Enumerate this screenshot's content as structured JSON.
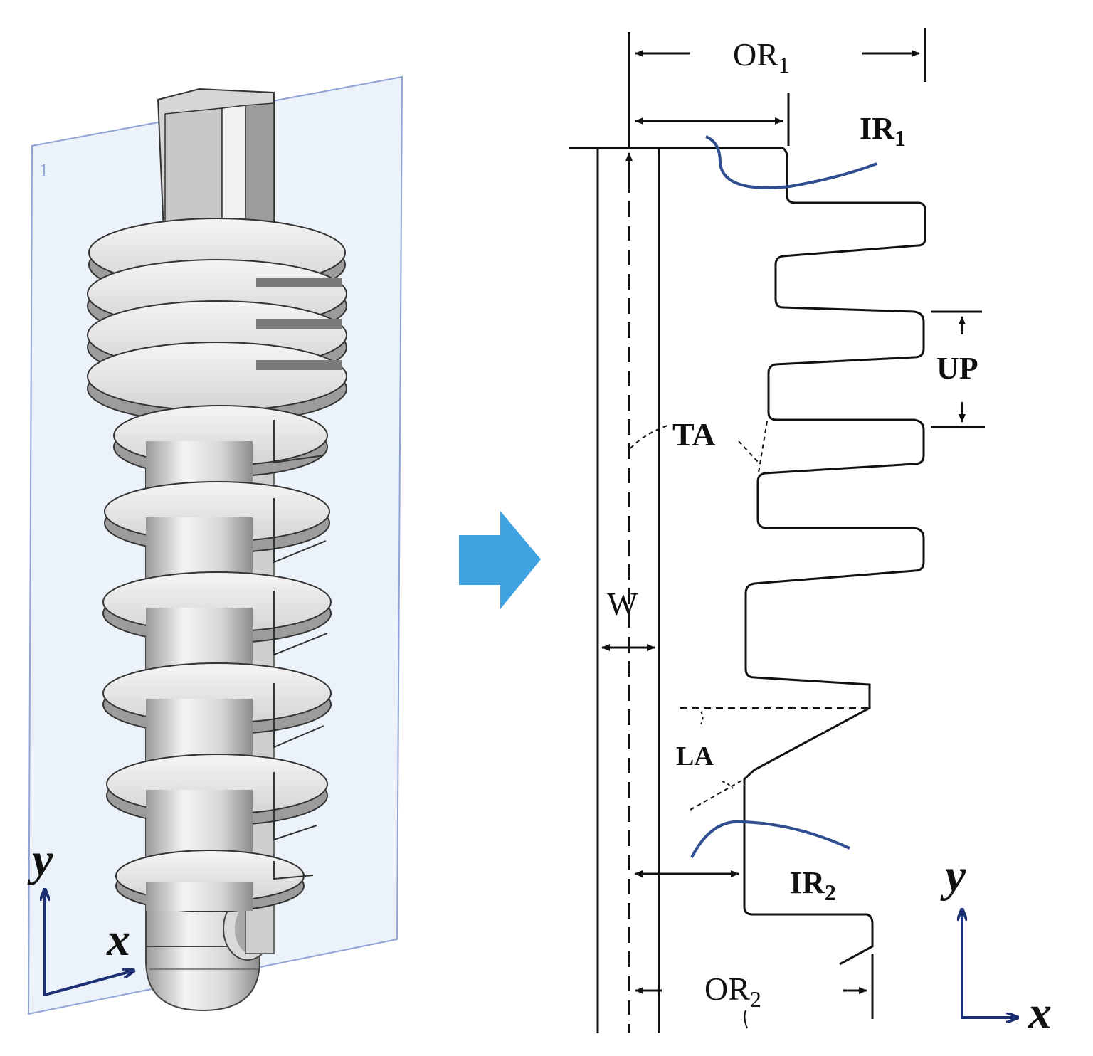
{
  "plane": {
    "number": "1"
  },
  "axes_left": {
    "x": "x",
    "y": "y"
  },
  "axes_right": {
    "x": "x",
    "y": "y"
  },
  "labels": {
    "or1": "OR",
    "or1_sub": "1",
    "ir1": "IR",
    "ir1_sub": "1",
    "up": "UP",
    "ta": "TA",
    "w": "W",
    "la": "LA",
    "ir2": "IR",
    "ir2_sub": "2",
    "or2": "OR",
    "or2_sub": "2"
  },
  "colors": {
    "arrow_fill": "#3fa3e2",
    "curve": "#2f4d8f",
    "axis": "#1c2f73",
    "plane_fill": "#dbe6f5",
    "plane_stroke": "#8fa3d6",
    "line": "#111111"
  }
}
